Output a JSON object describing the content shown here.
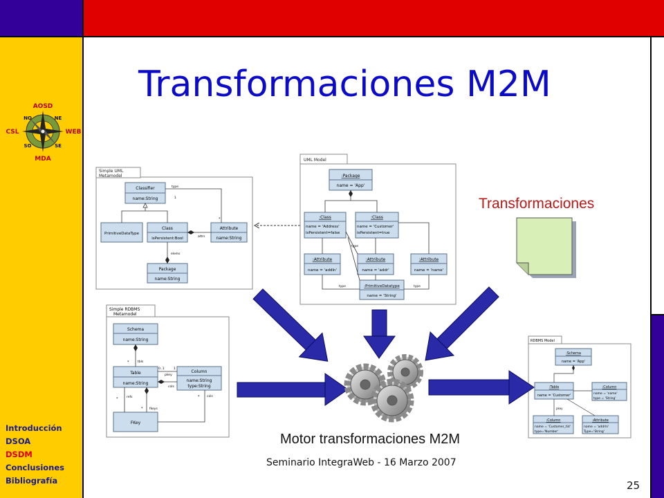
{
  "slide": {
    "title": "Transformaciones M2M",
    "transformations_label": "Transformaciones",
    "engine_label": "Motor transformaciones M2M",
    "footer": "Seminario IntegraWeb - 16 Marzo 2007",
    "page_number": "25"
  },
  "logo": {
    "n": "AOSD",
    "s": "MDA",
    "w": "CSL",
    "e": "WEB",
    "ne": "NE",
    "nw": "NO",
    "se": "SE",
    "sw": "SO"
  },
  "nav": {
    "items": [
      {
        "label": "Introducción",
        "active": false
      },
      {
        "label": "DSOA",
        "active": false
      },
      {
        "label": "DSDM",
        "active": true
      },
      {
        "label": "Conclusiones",
        "active": false
      },
      {
        "label": "Bibliografía",
        "active": false
      }
    ]
  },
  "diagrams": {
    "uml_metamodel": {
      "tab": [
        "Simple UML",
        "Metamodel"
      ],
      "classifier": [
        "Classifier",
        "name:String"
      ],
      "primitive": "PrimitiveDataType",
      "class": [
        "Class",
        "isPersistent:Bool"
      ],
      "attribute": [
        "Attribute",
        "name:String"
      ],
      "package": [
        "Package",
        "name:String"
      ],
      "labels": {
        "type": "type",
        "one": "1",
        "star": "*",
        "attrs": "attrs",
        "elems": "elems"
      }
    },
    "uml_model": {
      "tab": "UML Model",
      "package": [
        ":Package",
        "name = 'App'"
      ],
      "class1": [
        ":Class",
        "name = 'Address'",
        "isPersistent=false"
      ],
      "class2": [
        ":Class",
        "name = 'Customer'",
        "isPersistent=true"
      ],
      "attr1": [
        ":Attribute",
        "name = 'addln'"
      ],
      "attr2": [
        ":Attribute",
        "name = 'addr'"
      ],
      "attr3": [
        ":Attribute",
        "name = 'name'"
      ],
      "primitive": [
        ":PrimitiveDatatype",
        "name = 'String'"
      ],
      "labels": {
        "type": "type"
      }
    },
    "rdbms_metamodel": {
      "tab": [
        "Simple RDBMS",
        "Metamodel"
      ],
      "schema": [
        "Schema",
        "name:String"
      ],
      "table": [
        "Table",
        "name:String"
      ],
      "column": [
        "Column",
        "name:String",
        "type:String"
      ],
      "fkey": "FKey",
      "labels": {
        "tbls": "tbls",
        "pkey": "pkey",
        "cols": "cols",
        "refs": "refs",
        "fkeys": "fkeys",
        "mult": "0..1",
        "one": "1",
        "star": "*"
      }
    },
    "rdbms_model": {
      "tab": "RDBMS Model",
      "schema": [
        ":Schema",
        "name = 'App'"
      ],
      "table": [
        ":Table",
        "name = 'Customer'"
      ],
      "col1": [
        ":Column",
        "name = 'name'",
        "type = 'String'"
      ],
      "col2": [
        ":Column",
        "name = 'Customer_tid'",
        "type='Number'"
      ],
      "attr": [
        ":Attribute",
        "name = 'addrln'",
        "Type='String'"
      ],
      "labels": {
        "pkey": "pkey"
      }
    }
  },
  "colors": {
    "class_box": "#ccddee",
    "class_border": "#5a6f8a",
    "arrow": "#2a2aa8",
    "note": "#d8f0b8"
  }
}
